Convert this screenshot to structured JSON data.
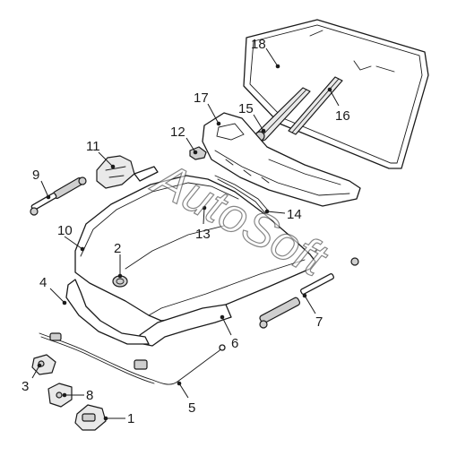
{
  "diagram": {
    "watermark": "AutoSoft",
    "callouts": [
      {
        "id": "1",
        "label": "1"
      },
      {
        "id": "2",
        "label": "2"
      },
      {
        "id": "3",
        "label": "3"
      },
      {
        "id": "4",
        "label": "4"
      },
      {
        "id": "5",
        "label": "5"
      },
      {
        "id": "6",
        "label": "6"
      },
      {
        "id": "7",
        "label": "7"
      },
      {
        "id": "8",
        "label": "8"
      },
      {
        "id": "9",
        "label": "9"
      },
      {
        "id": "10",
        "label": "10"
      },
      {
        "id": "11",
        "label": "11"
      },
      {
        "id": "12",
        "label": "12"
      },
      {
        "id": "13",
        "label": "13"
      },
      {
        "id": "14",
        "label": "14"
      },
      {
        "id": "15",
        "label": "15"
      },
      {
        "id": "16",
        "label": "16"
      },
      {
        "id": "17",
        "label": "17"
      },
      {
        "id": "18",
        "label": "18"
      }
    ]
  }
}
